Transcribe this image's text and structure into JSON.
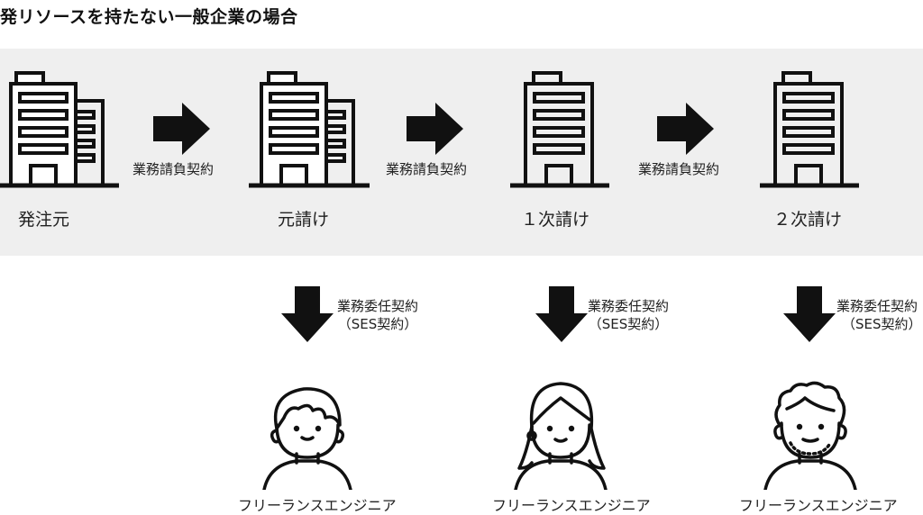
{
  "title": "発リソースを持たない一般企業の場合",
  "contract_labels": [
    "業務請負契約",
    "業務請負契約",
    "業務請負契約"
  ],
  "roles": [
    "発注元",
    "元請け",
    "１次請け",
    "２次請け"
  ],
  "ses_labels": [
    {
      "line1": "業務委任契約",
      "line2": "（SES契約）"
    },
    {
      "line1": "業務委任契約",
      "line2": "（SES契約）"
    },
    {
      "line1": "業務委任契約",
      "line2": "（SES契約）"
    }
  ],
  "person_captions": [
    "フリーランスエンジニア",
    "フリーランスエンジニア",
    "フリーランスエンジニア"
  ],
  "colors": {
    "band": "#efefef",
    "ink": "#111111"
  }
}
